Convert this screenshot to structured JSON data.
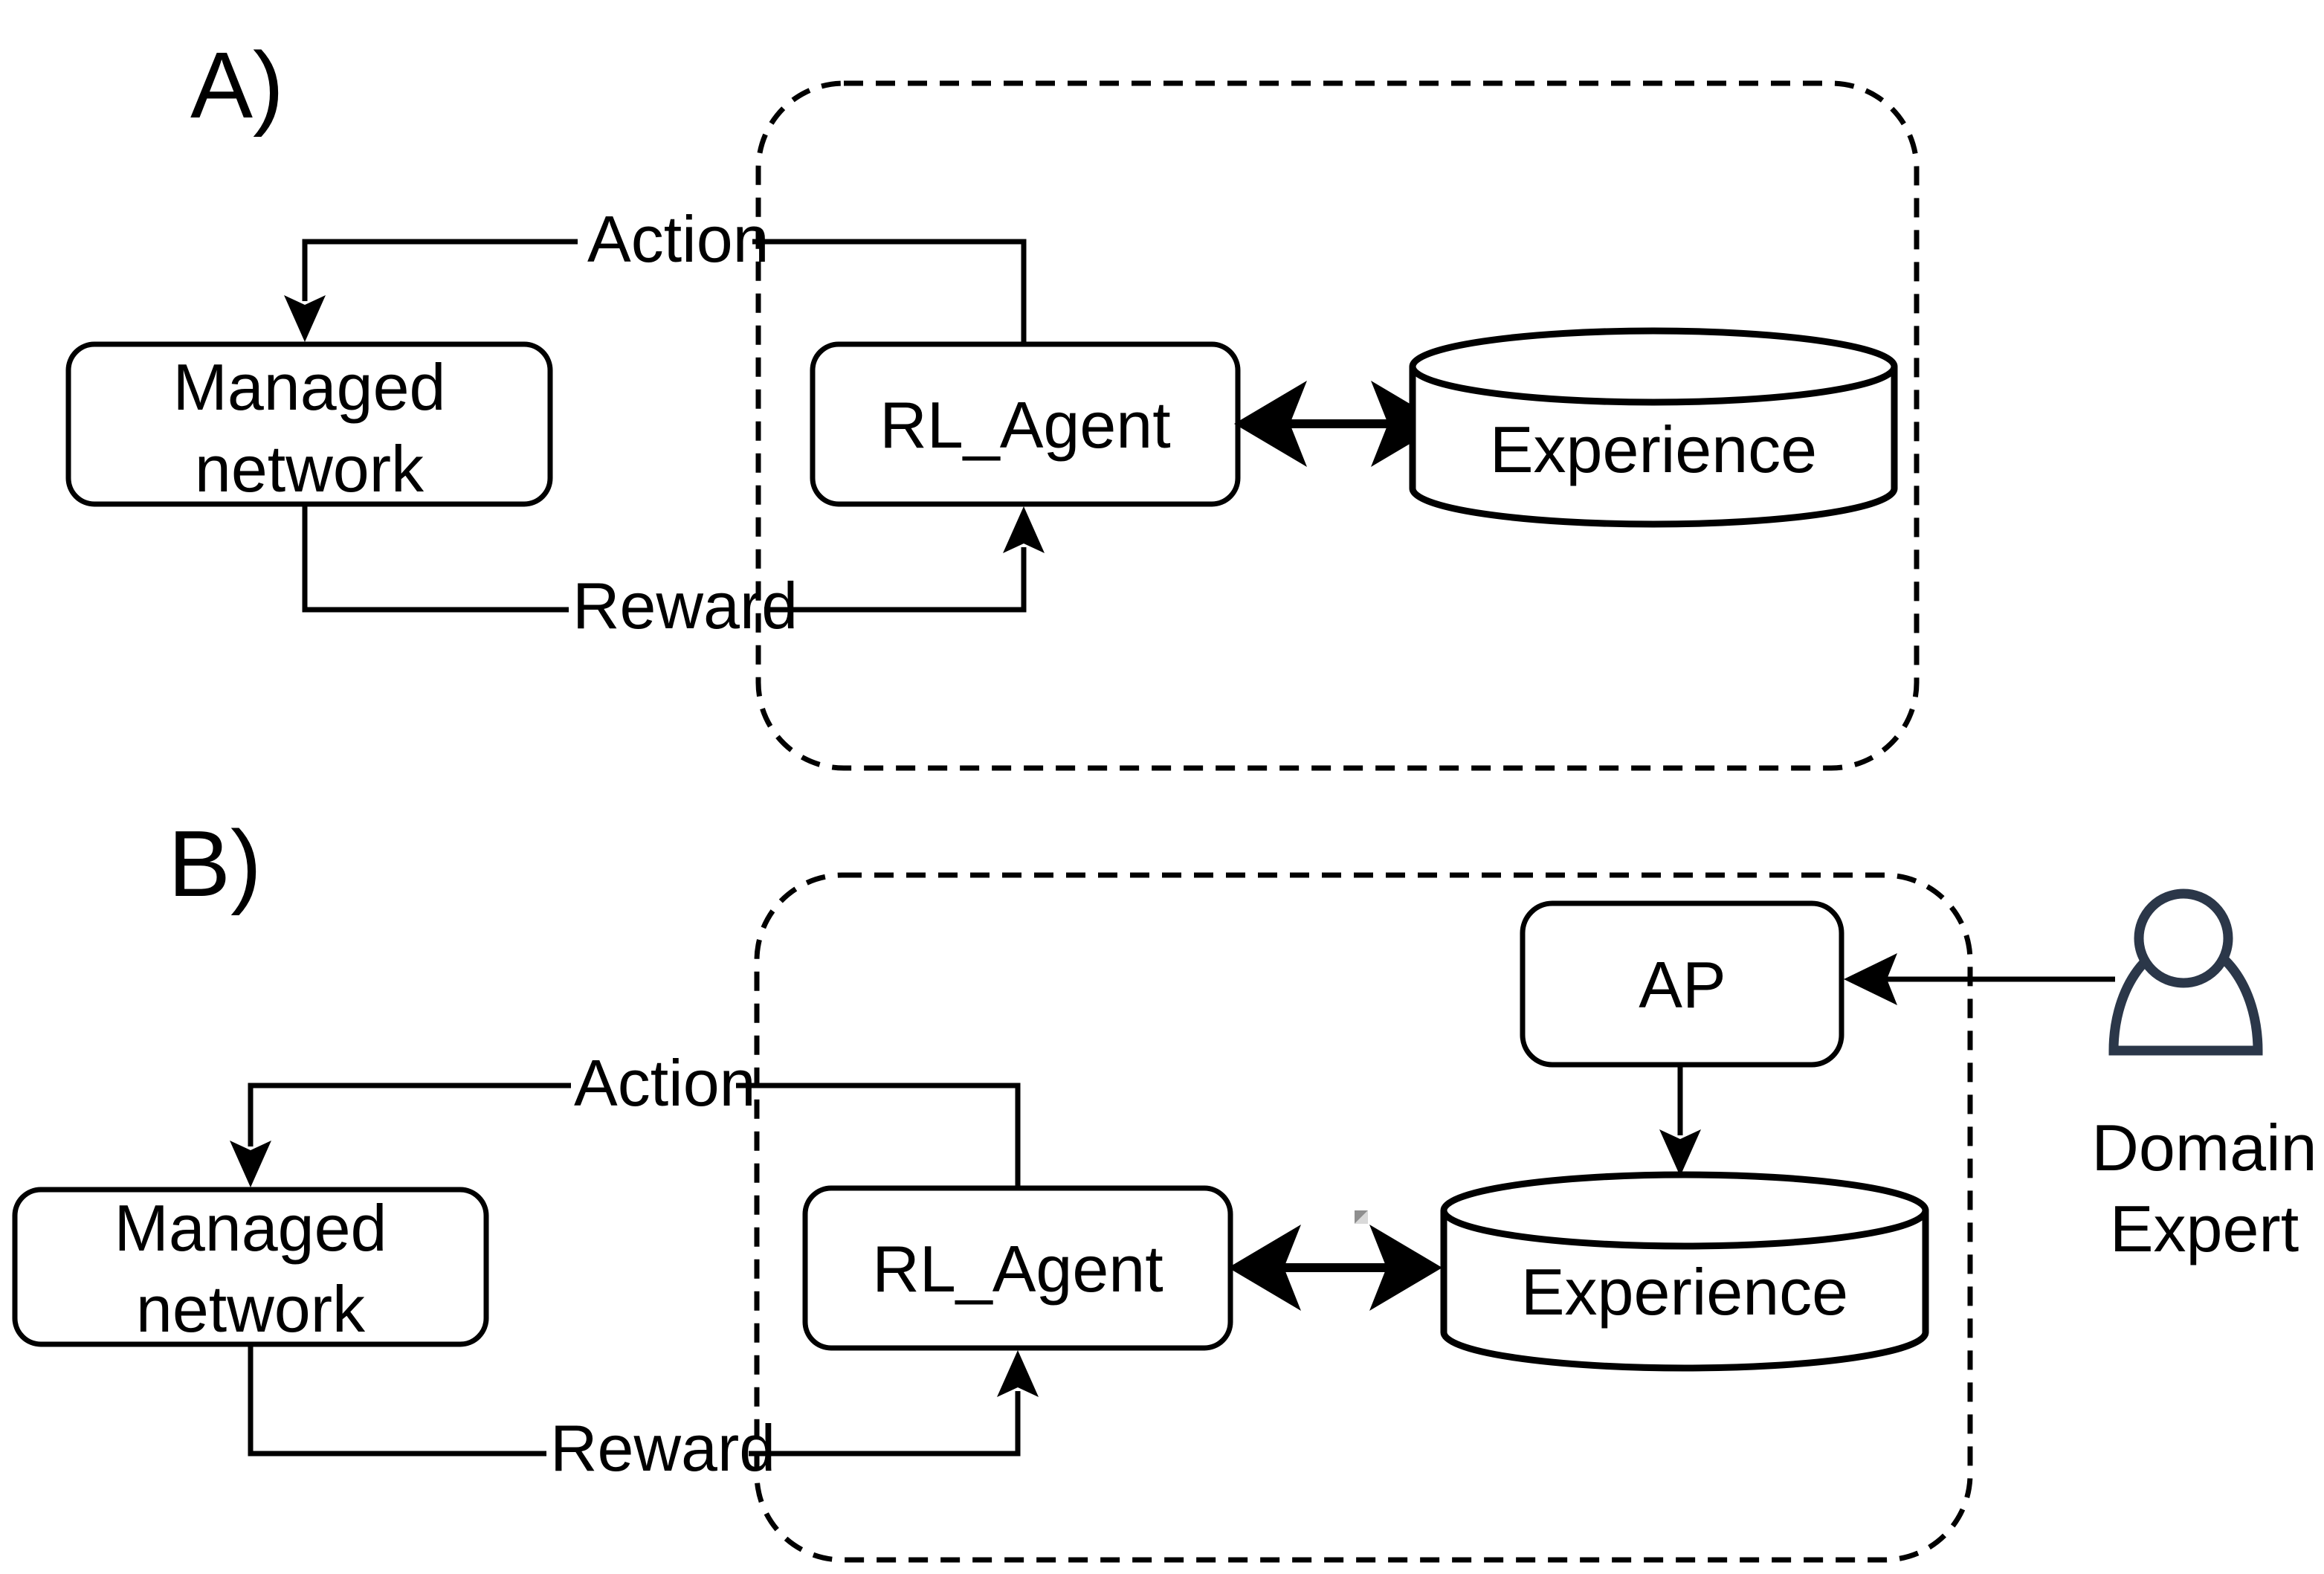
{
  "colors": {
    "line": "#000000",
    "person_icon": "#2b3749",
    "artifact_dark": "#8f8f8f",
    "artifact_light": "#d9d9d9"
  },
  "diagram_a": {
    "section_label": "A)",
    "managed_network": {
      "line1": "Managed",
      "line2": "network"
    },
    "action_label": "Action",
    "reward_label": "Reward",
    "rl_agent_label": "RL_Agent",
    "experience_label": "Experience"
  },
  "diagram_b": {
    "section_label": "B)",
    "managed_network": {
      "line1": "Managed",
      "line2": "network"
    },
    "action_label": "Action",
    "reward_label": "Reward",
    "rl_agent_label": "RL_Agent",
    "experience_label": "Experience",
    "ap_label": "AP",
    "domain_expert": {
      "line1": "Domain",
      "line2": "Expert"
    }
  }
}
